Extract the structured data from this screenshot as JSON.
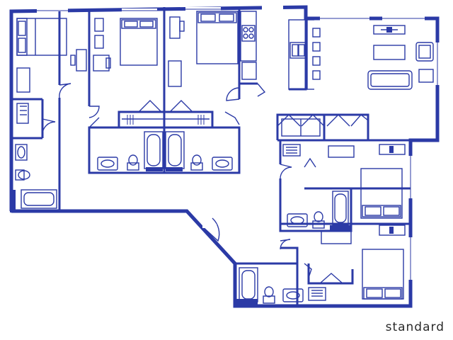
{
  "caption": "standard",
  "colors": {
    "wall": "#2b3aa6",
    "background": "#ffffff",
    "caption_text": "#2a2a2a"
  },
  "rooms": [
    "bedroom",
    "bedroom",
    "bedroom",
    "bedroom",
    "bedroom",
    "kitchen",
    "living",
    "bathroom",
    "bathroom",
    "bathroom",
    "bathroom",
    "bathroom"
  ]
}
